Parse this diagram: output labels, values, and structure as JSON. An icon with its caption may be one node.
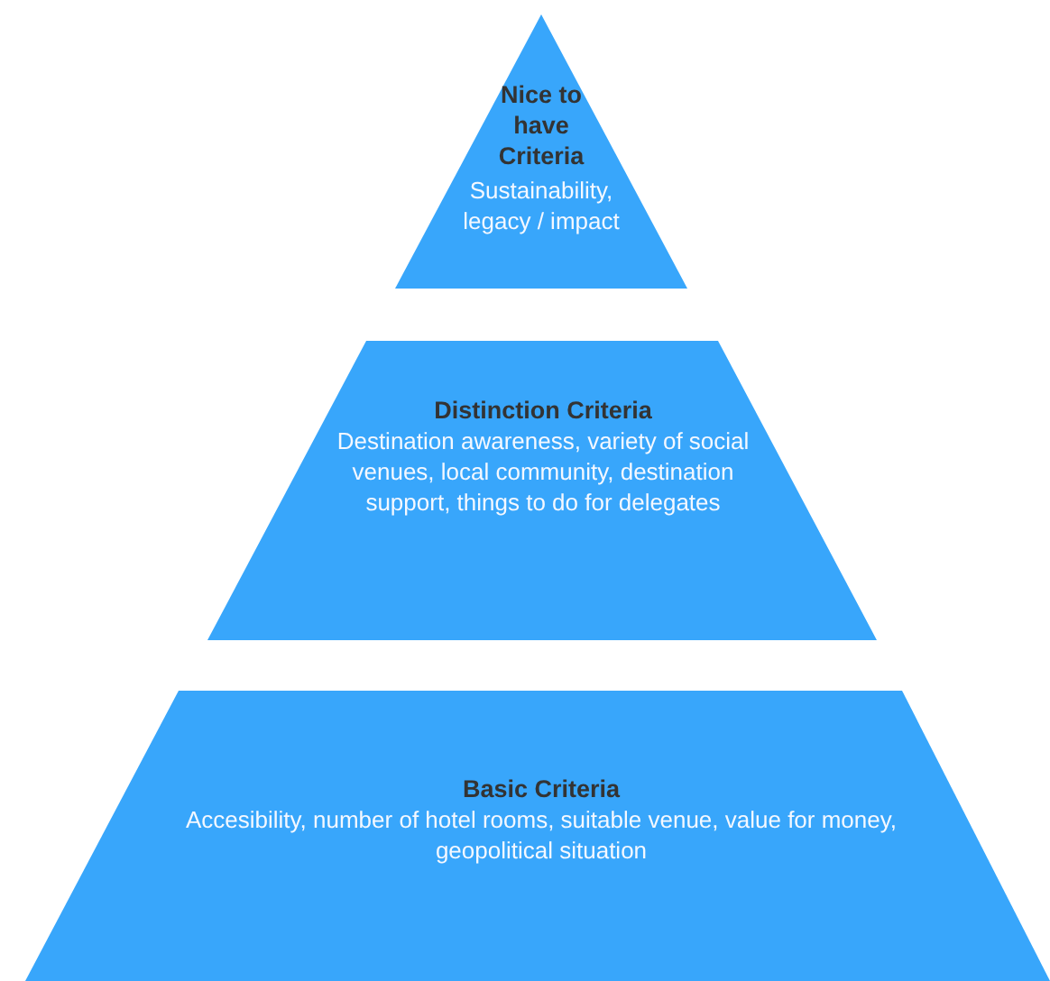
{
  "diagram": {
    "nodes": [
      {
        "text": [
          "Nice to have Criteria",
          "Sustainability, legacy / impact"
        ]
      },
      {
        "text": [
          "Distinction Criteria",
          "Destination awareness, variety of social venues, local community, destination support, things to do for delegates"
        ]
      },
      {
        "text": [
          "Basic Criteria",
          "Accesibility, number of hotel rooms, suitable venue, value for money, geopolitical situation"
        ]
      }
    ]
  }
}
